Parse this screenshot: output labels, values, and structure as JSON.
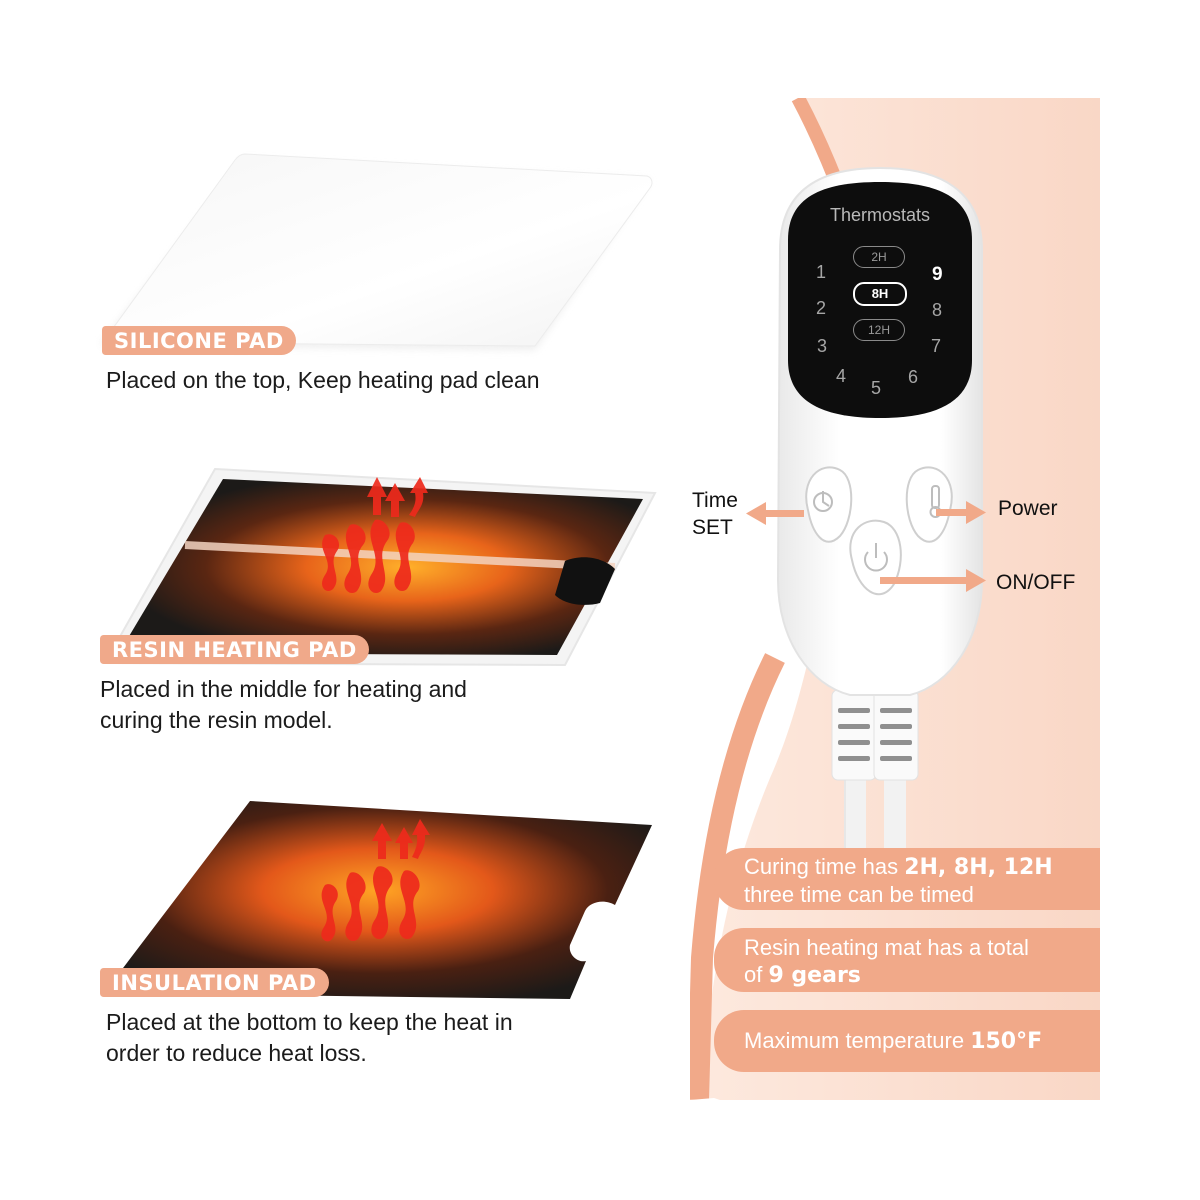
{
  "layers": [
    {
      "badge": "SILICONE PAD",
      "description": "Placed on the top, Keep heating pad clean"
    },
    {
      "badge": "RESIN HEATING PAD",
      "description_line1": "Placed in the middle for heating and",
      "description_line2": "curing the resin model."
    },
    {
      "badge": "INSULATION PAD",
      "description_line1": "Placed at the bottom to keep the heat in",
      "description_line2": "order to reduce heat loss."
    }
  ],
  "controller": {
    "title": "Thermostats",
    "timers": [
      "2H",
      "8H",
      "12H"
    ],
    "selected_timer": "8H",
    "gears": [
      "1",
      "2",
      "3",
      "4",
      "5",
      "6",
      "7",
      "8",
      "9"
    ],
    "selected_gear": "9"
  },
  "callouts": {
    "time_set_line1": "Time",
    "time_set_line2": "SET",
    "power": "Power",
    "on_off": "ON/OFF"
  },
  "info_boxes": {
    "curing_prefix": "Curing time has ",
    "curing_bold": "2H, 8H, 12H",
    "curing_line2": "three time can be timed",
    "gears_line1": "Resin heating mat has a total",
    "gears_prefix": "of ",
    "gears_bold": "9 gears",
    "temp_prefix": "Maximum temperature ",
    "temp_bold": "150°F"
  },
  "colors": {
    "accent": "#f0a98a",
    "accent_bg": "#fbe3d6",
    "pad_dark": "#1c1a18",
    "heat": "#e8311f",
    "screen": "#0d0d0d"
  }
}
